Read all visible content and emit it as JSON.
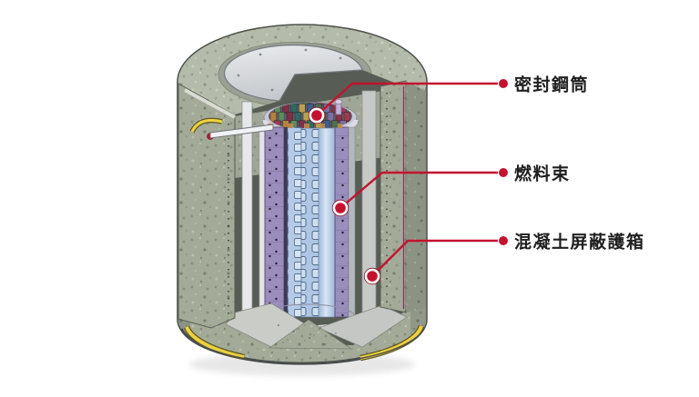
{
  "figure": {
    "callouts": [
      {
        "id": "sealed-steel-cylinder",
        "label": "密封鋼筒"
      },
      {
        "id": "fuel-bundle",
        "label": "燃料束"
      },
      {
        "id": "concrete-shielding-cask",
        "label": "混凝土屏蔽護箱"
      }
    ],
    "colors": {
      "accent_red": "#c3132f",
      "label_text": "#1f1f1f",
      "concrete": "#a3aa98",
      "concrete_light": "#b5bbaa",
      "canister_purple": "#998ebc",
      "fuel_blue": "#b4cbe7",
      "safety_yellow": "#ecd23f",
      "lid_silver": "#d6d9dc",
      "background": "#ffffff"
    }
  }
}
